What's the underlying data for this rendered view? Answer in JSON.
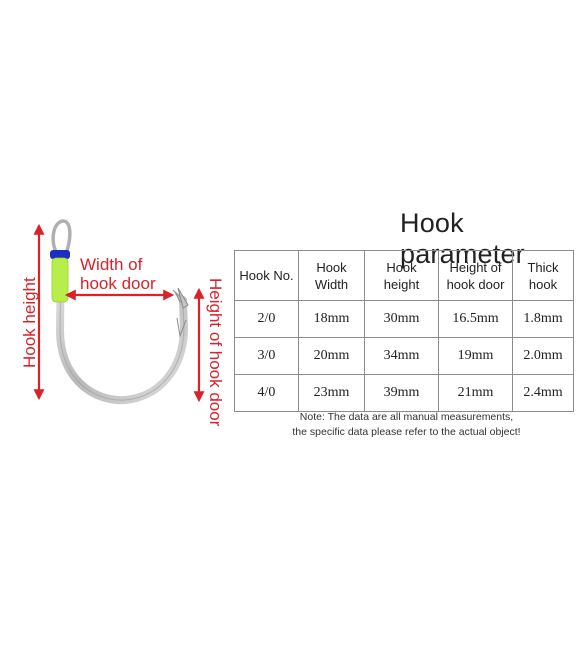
{
  "diagram": {
    "labels": {
      "hook_height": "Hook height",
      "width_line1": "Width of",
      "width_line2": "hook door",
      "height_of_door": "Height of hook door"
    },
    "colors": {
      "annotation": "#d8232a",
      "hook_metal": "#c9c9c9",
      "glow_tube": "#b7ee4c",
      "wrap_thread": "#1d2fc0"
    }
  },
  "table": {
    "title": "Hook parameter",
    "headers": {
      "h0": "Hook No.",
      "h1a": "Hook",
      "h1b": "Width",
      "h2a": "Hook",
      "h2b": "height",
      "h3a": "Height of",
      "h3b": "hook door",
      "h4a": "Thick",
      "h4b": "hook"
    },
    "rows": [
      {
        "no": "2/0",
        "width": "18mm",
        "height": "30mm",
        "door": "16.5mm",
        "thick": "1.8mm"
      },
      {
        "no": "3/0",
        "width": "20mm",
        "height": "34mm",
        "door": "19mm",
        "thick": "2.0mm"
      },
      {
        "no": "4/0",
        "width": "23mm",
        "height": "39mm",
        "door": "21mm",
        "thick": "2.4mm"
      }
    ]
  },
  "note": {
    "line1": "Note: The data are all manual measurements,",
    "line2": "the specific data please refer to the actual object!"
  }
}
